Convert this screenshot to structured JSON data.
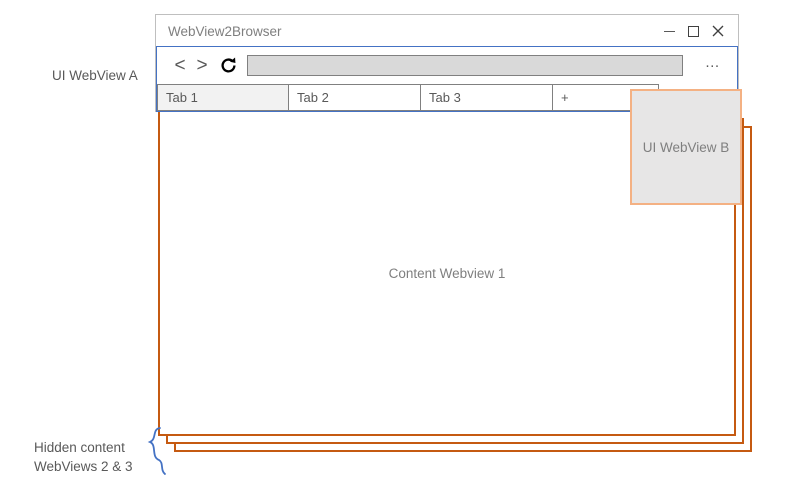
{
  "annotations": {
    "ui_webview_a_label": "UI WebView A",
    "ui_webview_b_label": "UI WebView B",
    "hidden_content_label": "Hidden content\nWebViews 2 & 3",
    "content_webview_label": "Content Webview 1"
  },
  "window": {
    "title": "WebView2Browser",
    "controls": {
      "minimize": "minimize-icon",
      "maximize": "maximize-icon",
      "close": "×"
    }
  },
  "toolbar": {
    "back_label": "<",
    "forward_label": ">",
    "reload_label": "reload-icon",
    "address_value": "",
    "address_placeholder": "",
    "more_label": "…"
  },
  "tabs": [
    {
      "label": "Tab 1",
      "active": true
    },
    {
      "label": "Tab 2",
      "active": false
    },
    {
      "label": "Tab 3",
      "active": false
    }
  ],
  "new_tab": {
    "label": "+"
  },
  "colors": {
    "ui_webview_a_border": "#4472C4",
    "ui_webview_b_border": "#F4B183",
    "ui_webview_b_fill": "#e7e6e6",
    "content_webview_border": "#C55A11",
    "brace": "#4472C4",
    "text_gray": "#7f7f7f",
    "address_fill": "#d9d9d9",
    "address_border": "#808080",
    "tab_active_fill": "#f2f2f2"
  },
  "stack": {
    "hidden_webview_count": 2
  }
}
